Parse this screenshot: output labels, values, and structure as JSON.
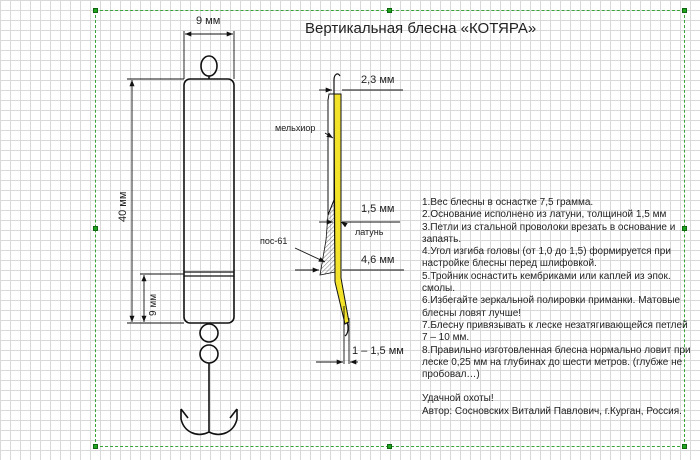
{
  "title": "Вертикальная блесна «КОТЯРА»",
  "dimensions": {
    "width_9": "9 мм",
    "length_40": "40 мм",
    "tail_9": "9 мм",
    "thickness_2_3": "2,3 мм",
    "thickness_1_5": "1,5 мм",
    "thickness_4_6": "4,6 мм",
    "bend_1_15": "1 – 1,5 мм"
  },
  "materials": {
    "melchior": "мельхиор",
    "brass": "латунь",
    "solder": "пос-61"
  },
  "notes": [
    "1.Вес блесны в оснастке 7,5 грамма.",
    "2.Основание исполнено из латуни, толщиной 1,5 мм",
    "3.Петли из стальной проволоки врезать в основание и запаять.",
    "4.Угол изгиба головы (от 1,0 до 1,5) формируется при настройке блесны перед шлифовкой.",
    "5.Тройник оснастить кембриками или каплей из эпок. смолы.",
    "6.Избегайте зеркальной полировки приманки. Матовые блесны ловят лучше!",
    "7.Блесну привязывать к леске незатягивающейся петлей 7 – 10 мм.",
    "8.Правильно изготовленная блесна нормально ловит при леске 0,25 мм на глубинах до шести метров. (глубже не пробовал…)"
  ],
  "closing": {
    "greeting": "Удачной охоты!",
    "author": "Автор: Сосновских Виталий Павлович, г.Курган, Россия."
  },
  "colors": {
    "brass": "#f2e22a",
    "outline": "#111111",
    "grid": "#d9d9d9",
    "selection": "#1fa51f"
  }
}
